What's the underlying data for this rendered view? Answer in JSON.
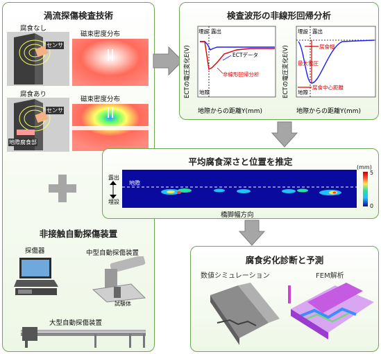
{
  "left_panel": {
    "title": "渦流探傷検査技術",
    "no_corrosion": "腐食なし",
    "with_corrosion": "腐食あり",
    "flux_density_1": "磁束密度分布",
    "flux_density_2": "磁束密度分布",
    "sensor_1": "センサ",
    "sensor_2": "センサ",
    "corrosion_part": "地際腐食部",
    "noncontact_title": "非接触自動探傷装置",
    "flaw_detector": "探傷器",
    "medium_device": "中型自動探傷装置",
    "specimen": "試験体",
    "large_device": "大型自動探傷装置"
  },
  "top_right_panel": {
    "title": "検査波形の非線形回帰分析",
    "chart1": {
      "ylabel": "ECTの電圧変化E(V)",
      "xlabel": "地際からの距離Y(mm)",
      "buried": "埋設",
      "exposed": "露出",
      "ground": "地際",
      "legend_data": "ECTデータ",
      "legend_fit": "非線形回帰分析"
    },
    "chart2": {
      "ylabel": "ECTの電圧変化E(V)",
      "xlabel": "地際からの距離Y(mm)",
      "buried": "埋設",
      "exposed": "露出",
      "ground": "地際",
      "corrosion_width": "腐食幅",
      "max_voltage": "最大電圧",
      "center_distance": "腐食中心距離"
    }
  },
  "middle_panel": {
    "title": "平均腐食深さと位置を推定",
    "exposed": "露出",
    "buried": "埋設",
    "ground": "地際",
    "axis_label": "橋脚幅方向",
    "colorbar_unit": "(mm)",
    "colorbar_max": "5",
    "colorbar_min": "0"
  },
  "bottom_right_panel": {
    "title": "腐食劣化診断と予測",
    "simulation": "数値シミュレーション",
    "fem": "FEM解析"
  },
  "colors": {
    "border": "#6aa84f",
    "arrow": "#a6a6a6",
    "ect_data": "#1a1aff",
    "fit_line": "#e00000",
    "heatmap_bg": "#0a0a9e"
  }
}
